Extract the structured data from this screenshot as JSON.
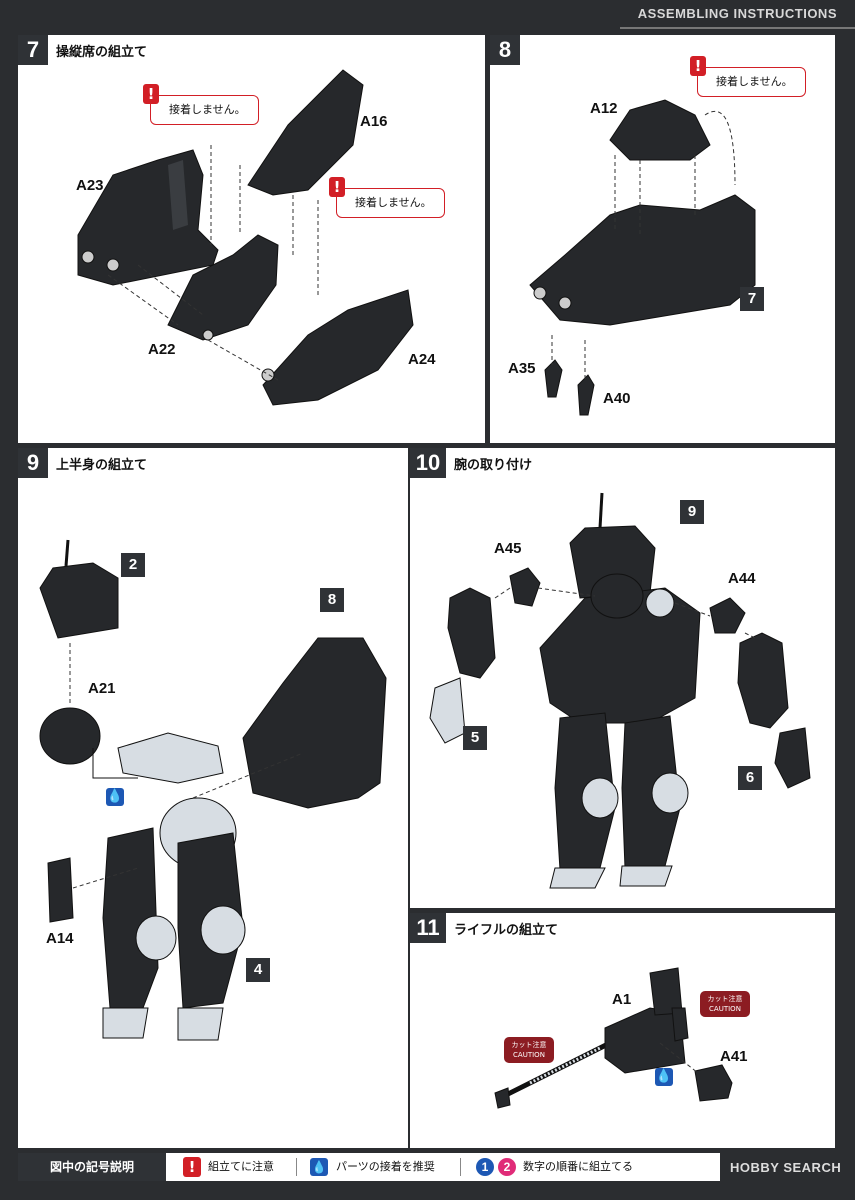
{
  "header": {
    "title": "ASSEMBLING INSTRUCTIONS"
  },
  "colors": {
    "page_background": "#2b2d30",
    "panel": "#ffffff",
    "badge": "#2f3236",
    "caution_red": "#d21f26",
    "caution_dark_red": "#8c1c22",
    "glue_blue": "#1d58b4",
    "step_one_blue": "#1d58b4",
    "step_two_pink": "#e02b78"
  },
  "steps": [
    {
      "number": "7",
      "title": "操縦席の組立て",
      "callouts": [
        "接着しません。",
        "接着しません。"
      ],
      "parts": [
        "A16",
        "A23",
        "A22",
        "A24"
      ]
    },
    {
      "number": "8",
      "title": "",
      "callouts": [
        "接着しません。"
      ],
      "parts": [
        "A12",
        "A35",
        "A40"
      ],
      "refs": [
        "7"
      ]
    },
    {
      "number": "9",
      "title": "上半身の組立て",
      "parts": [
        "A21",
        "A14"
      ],
      "refs": [
        "2",
        "8",
        "4"
      ],
      "glue_icon": "glue-drop-icon"
    },
    {
      "number": "10",
      "title": "腕の取り付け",
      "parts": [
        "A45",
        "A44"
      ],
      "refs": [
        "9",
        "5",
        "6"
      ]
    },
    {
      "number": "11",
      "title": "ライフルの組立て",
      "parts": [
        "A1",
        "A41"
      ],
      "cautions": [
        {
          "jp": "カット注意",
          "en": "CAUTION"
        },
        {
          "jp": "カット注意",
          "en": "CAUTION"
        }
      ],
      "glue_icon": "glue-drop-icon"
    }
  ],
  "legend": {
    "title": "図中の記号説明",
    "items": [
      {
        "icon": "exclamation-icon",
        "text": "組立てに注意"
      },
      {
        "icon": "glue-drop-icon",
        "text": "パーツの接着を推奨"
      },
      {
        "icon": "numbered-circle-icon",
        "num1": "1",
        "num2": "2",
        "text": "数字の順番に組立てる"
      }
    ]
  },
  "watermark": {
    "text": "HOBBY SEARCH"
  }
}
